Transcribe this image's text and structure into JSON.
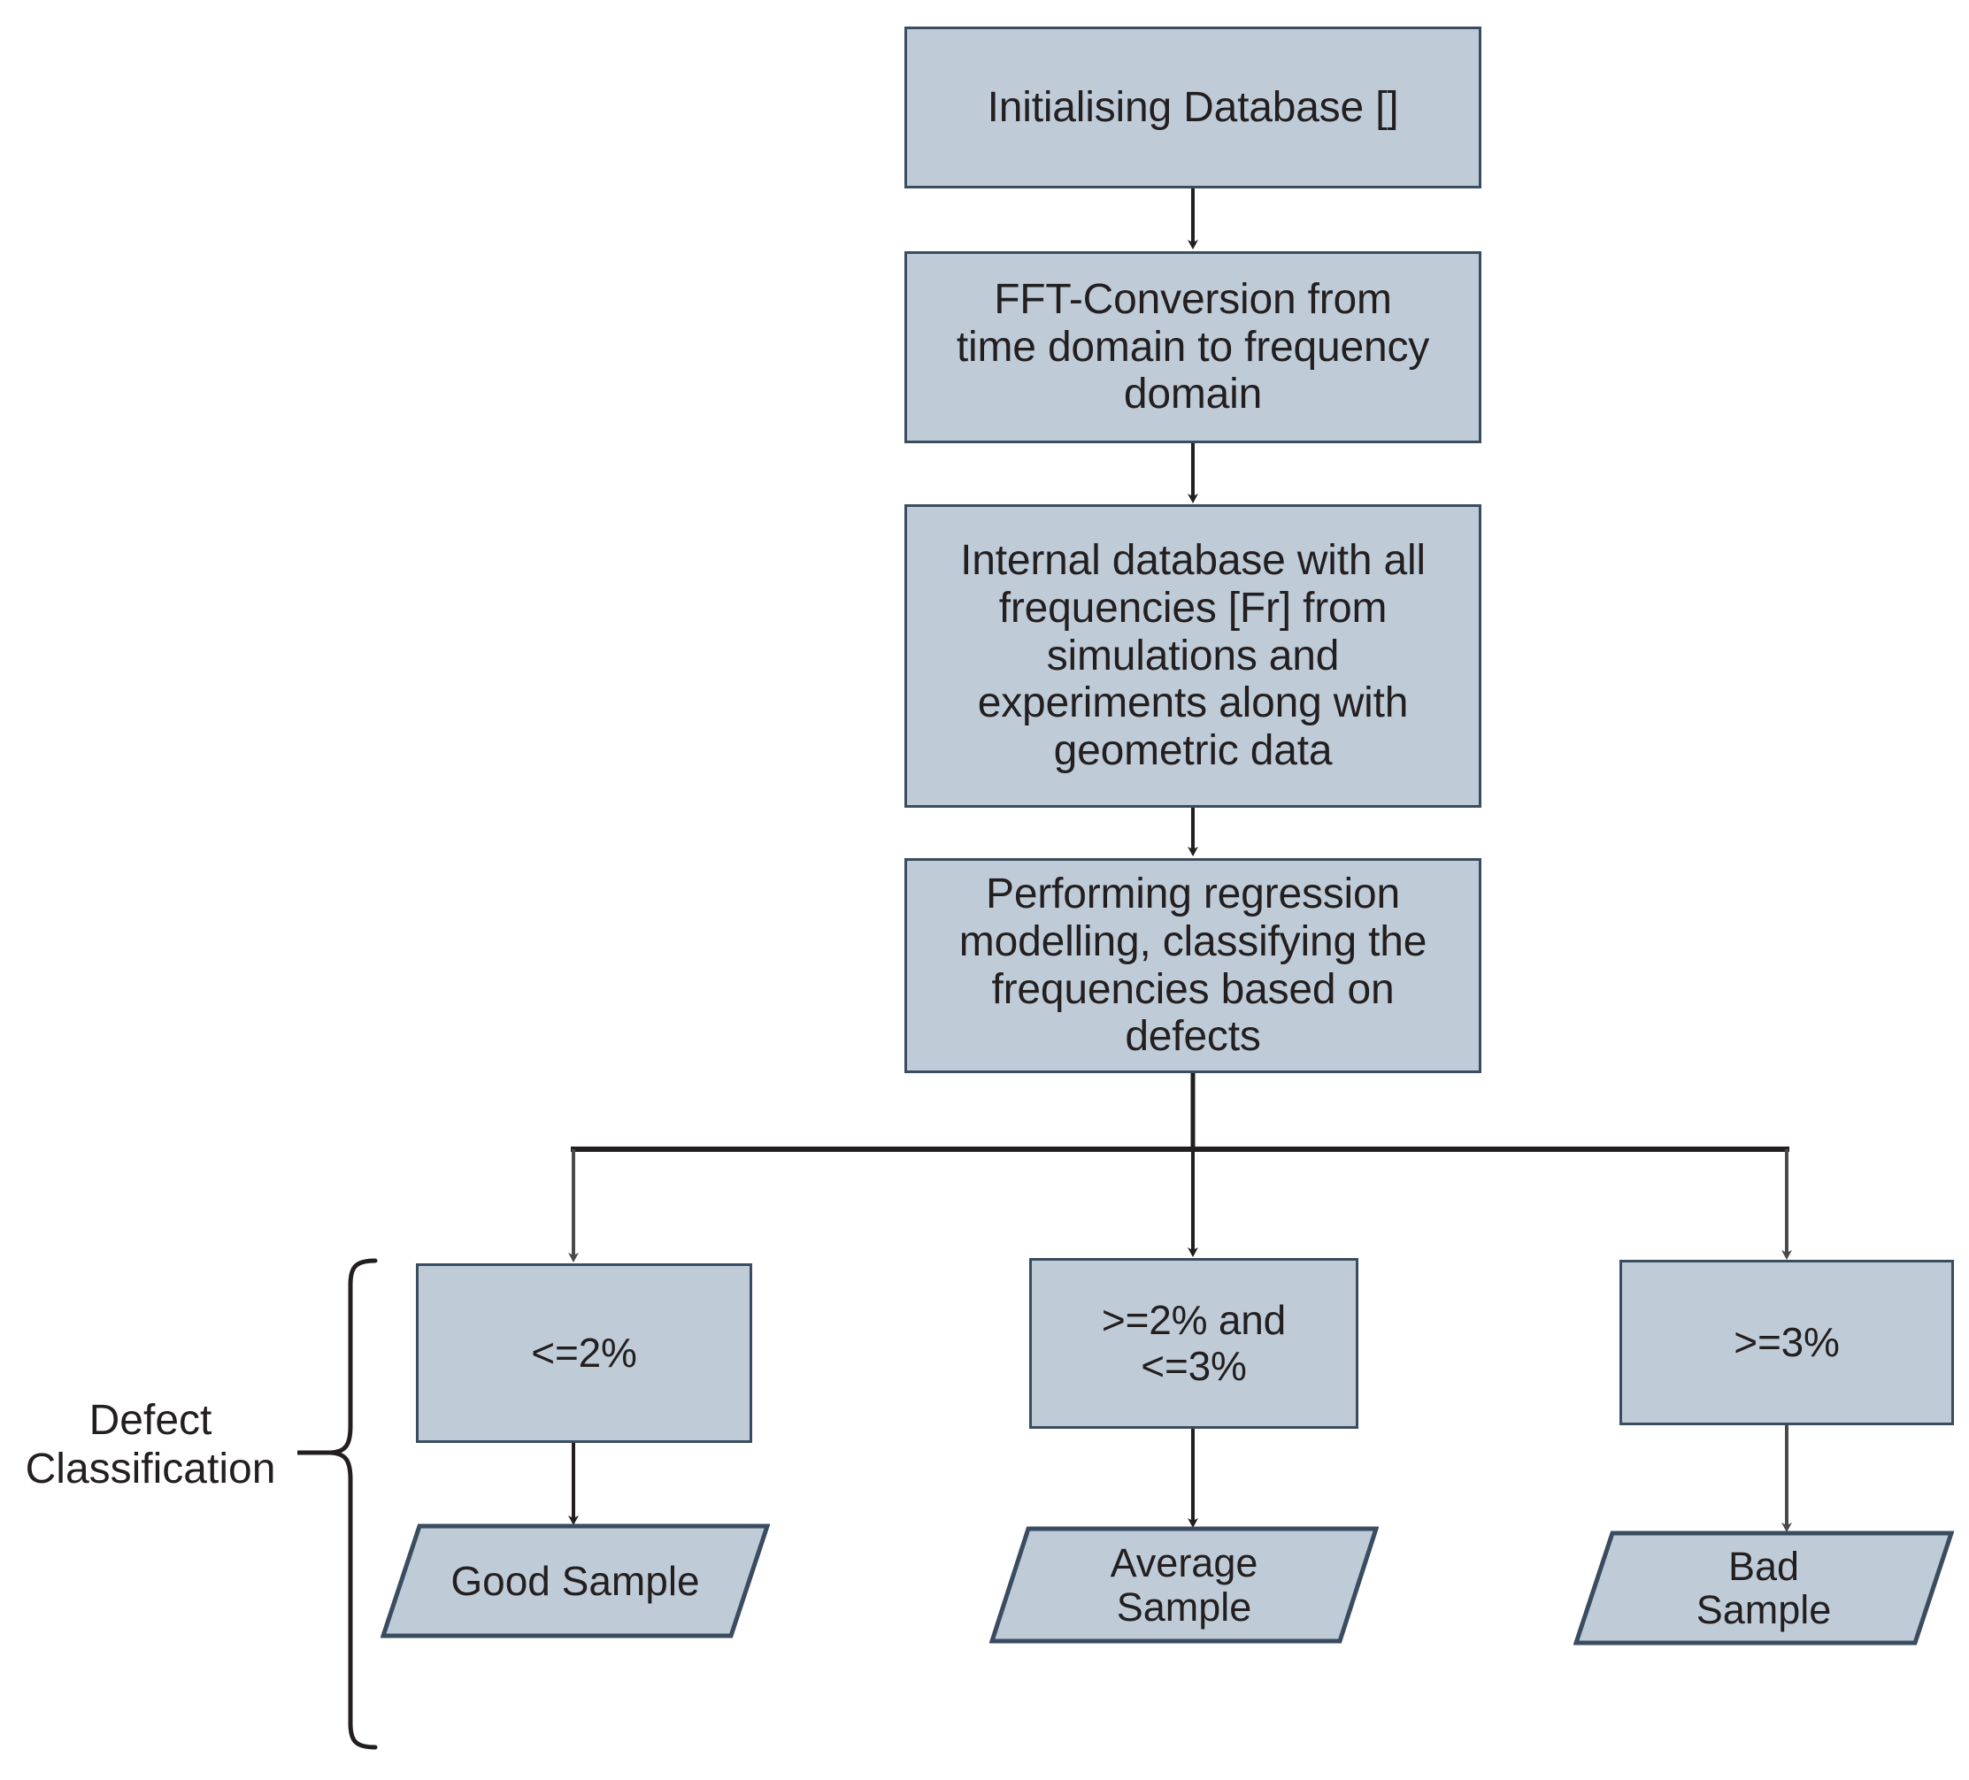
{
  "diagram": {
    "title": "Defect classification flowchart",
    "colors": {
      "node_fill": "#bfccd8",
      "node_border": "#3a4c60",
      "connector": "#231f20",
      "background": "#ffffff",
      "text": "#231f20"
    },
    "nodes": [
      {
        "id": "init-database",
        "shape": "process",
        "text": "Initialising Database []",
        "lines": [
          "Initialising Database []"
        ]
      },
      {
        "id": "fft-conversion",
        "shape": "process",
        "text": "FFT-Conversion from time domain to frequency domain",
        "lines": [
          "FFT-Conversion from",
          "time domain to frequency",
          "domain"
        ]
      },
      {
        "id": "internal-database",
        "shape": "process",
        "text": "Internal database with all frequencies [Fr] from simulations and experiments along with geometric data",
        "lines": [
          "Internal database with all",
          "frequencies [Fr] from",
          "simulations and",
          "experiments along with",
          "geometric data"
        ]
      },
      {
        "id": "regression-modelling",
        "shape": "process",
        "text": "Performing regression modelling, classifying the frequencies based on defects",
        "lines": [
          "Performing regression",
          "modelling, classifying the",
          "frequencies based on",
          "defects"
        ]
      },
      {
        "id": "threshold-low",
        "shape": "process",
        "text": "<=2%",
        "lines": [
          "<=2%"
        ]
      },
      {
        "id": "threshold-mid",
        "shape": "process",
        "text": ">=2% and <=3%",
        "lines": [
          ">=2% and",
          "<=3%"
        ]
      },
      {
        "id": "threshold-high",
        "shape": "process",
        "text": ">=3%",
        "lines": [
          ">=3%"
        ]
      },
      {
        "id": "good-sample",
        "shape": "parallelogram",
        "text": "Good Sample",
        "lines": [
          "Good Sample"
        ]
      },
      {
        "id": "average-sample",
        "shape": "parallelogram",
        "text": "Average Sample",
        "lines": [
          "Average",
          "Sample"
        ]
      },
      {
        "id": "bad-sample",
        "shape": "parallelogram",
        "text": "Bad Sample",
        "lines": [
          "Bad",
          "Sample"
        ]
      }
    ],
    "annotation": {
      "id": "defect-classification",
      "lines": [
        "Defect",
        "Classification"
      ],
      "text": "Defect Classification",
      "brace": "{"
    },
    "edges": [
      {
        "from": "init-database",
        "to": "fft-conversion",
        "type": "arrow-down"
      },
      {
        "from": "fft-conversion",
        "to": "internal-database",
        "type": "arrow-down"
      },
      {
        "from": "internal-database",
        "to": "regression-modelling",
        "type": "arrow-down"
      },
      {
        "from": "regression-modelling",
        "to": "threshold-low",
        "type": "branch-left"
      },
      {
        "from": "regression-modelling",
        "to": "threshold-mid",
        "type": "branch-center"
      },
      {
        "from": "regression-modelling",
        "to": "threshold-high",
        "type": "branch-right"
      },
      {
        "from": "threshold-low",
        "to": "good-sample",
        "type": "arrow-down"
      },
      {
        "from": "threshold-mid",
        "to": "average-sample",
        "type": "arrow-down"
      },
      {
        "from": "threshold-high",
        "to": "bad-sample",
        "type": "arrow-down"
      }
    ]
  }
}
